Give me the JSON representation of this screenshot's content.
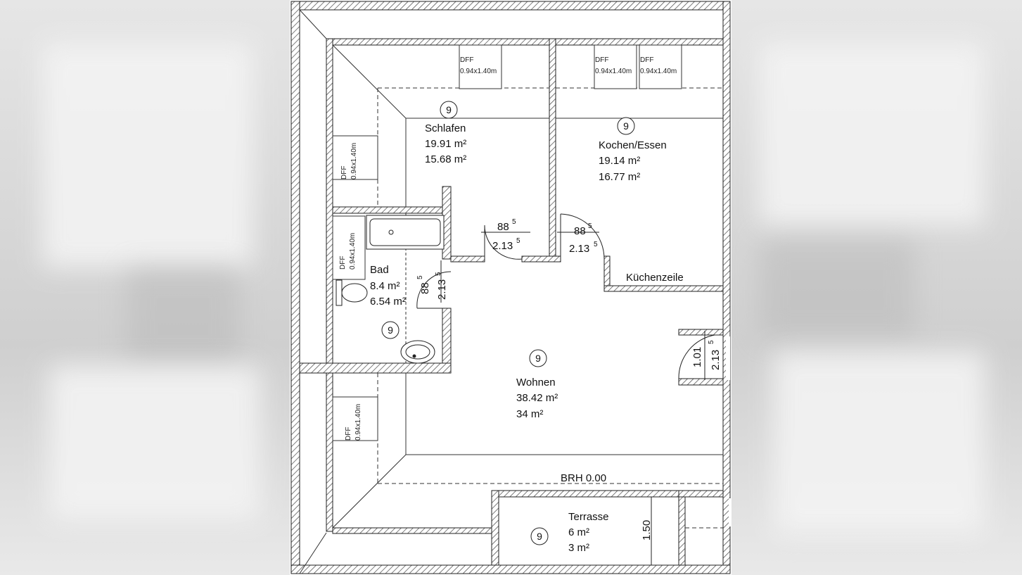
{
  "rooms": {
    "schlafen": {
      "number": "9",
      "name": "Schlafen",
      "area_gross": "19.91 m²",
      "area_net": "15.68 m²"
    },
    "kochen": {
      "number": "9",
      "name": "Kochen/Essen",
      "area_gross": "19.14 m²",
      "area_net": "16.77 m²"
    },
    "bad": {
      "number": "9",
      "name": "Bad",
      "area_gross": "8.4 m²",
      "area_net": "6.54 m²"
    },
    "wohnen": {
      "number": "9",
      "name": "Wohnen",
      "area_gross": "38.42 m²",
      "area_net": "34 m²"
    },
    "terrasse": {
      "number": "9",
      "name": "Terrasse",
      "area_gross": "6 m²",
      "area_net": "3 m²"
    }
  },
  "labels": {
    "kuechenzeile": "Küchenzeile",
    "brh": "BRH 0.00",
    "terrace_dim": "1.50"
  },
  "windows": {
    "label": "DFF",
    "size": "0.94x1.40m"
  },
  "doors": {
    "schlafen": {
      "width": "88",
      "width_sup": "5",
      "height": "2.13",
      "height_sup": "5"
    },
    "kochen": {
      "width": "88",
      "width_sup": "5",
      "height": "2.13",
      "height_sup": "5"
    },
    "bad": {
      "width": "88",
      "width_sup": "5",
      "height": "2.13",
      "height_sup": "5"
    },
    "entry": {
      "width": "1.01",
      "height": "2.13",
      "height_sup": "5"
    }
  }
}
